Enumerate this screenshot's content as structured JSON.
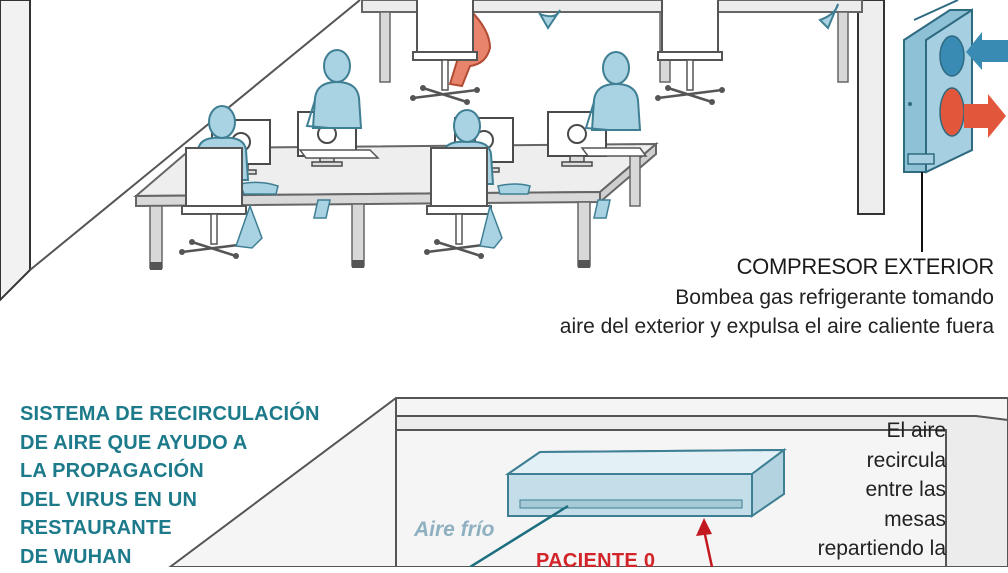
{
  "colors": {
    "figure_fill": "#a9d2e2",
    "figure_stroke": "#3f7f93",
    "patient_fill": "#e8836c",
    "arrow_blue": "#3a8bb3",
    "arrow_red": "#e2573b",
    "teal_title": "#1c7a8a",
    "red_label": "#d3242a",
    "light_blue_label": "#8fb0c0"
  },
  "compresor": {
    "title": "COMPRESOR EXTERIOR",
    "desc_lines": [
      "Bombea gas refrigerante tomando",
      "aire del exterior y expulsa el aire caliente fuera"
    ]
  },
  "sistema": {
    "title_lines": [
      "SISTEMA DE RECIRCULACIÓN",
      "DE AIRE QUE AYUDO A",
      "LA PROPAGACIÓN",
      "DEL VIRUS EN UN",
      "RESTAURANTE",
      "DE WUHAN"
    ]
  },
  "restaurant": {
    "recirc_lines": [
      "El aire",
      "recircula",
      "entre las",
      "mesas",
      "repartiendo la"
    ],
    "aire_frio": "Aire frío",
    "paciente": "PACIENTE 0"
  }
}
